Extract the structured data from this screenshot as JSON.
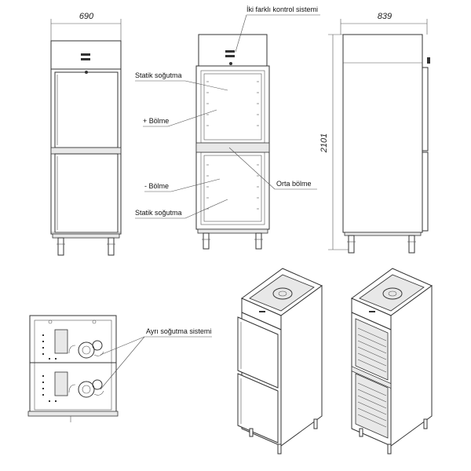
{
  "dimensions": {
    "width": "690",
    "depth": "839",
    "height": "2101"
  },
  "labels": {
    "control_system": "İki farklı kontrol sistemi",
    "static_cooling_top": "Statik soğutma",
    "plus_compartment": "+ Bölme",
    "minus_compartment": "- Bölme",
    "static_cooling_bottom": "Statik soğutma",
    "middle_compartment": "Orta bölme",
    "separate_cooling": "Ayrı soğutma sistemi"
  }
}
